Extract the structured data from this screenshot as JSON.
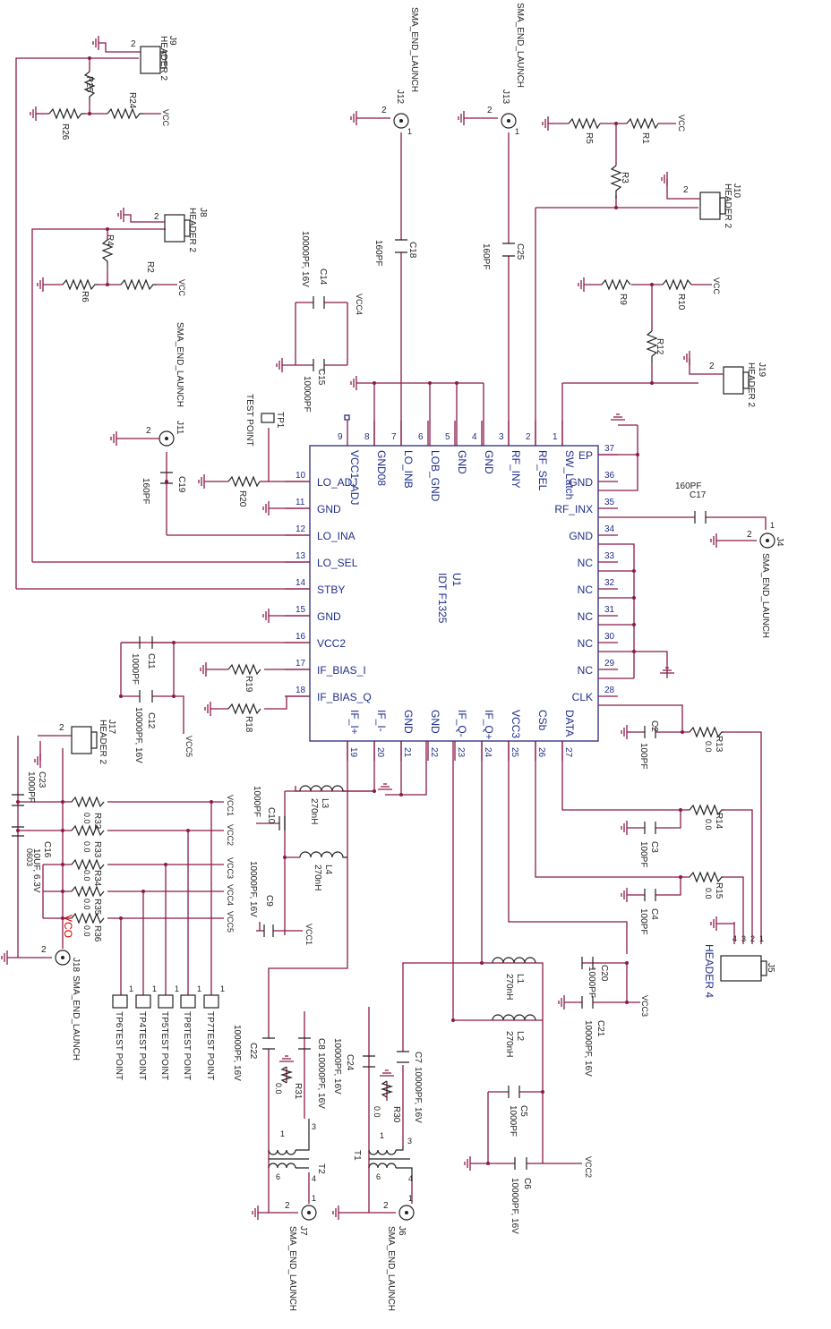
{
  "ic": {
    "ref": "U1",
    "part": "IDT F1325",
    "left_pins": [
      {
        "num": "10",
        "name": "LO_ADJ"
      },
      {
        "num": "11",
        "name": "GND"
      },
      {
        "num": "12",
        "name": "LO_INA"
      },
      {
        "num": "13",
        "name": "LO_SEL"
      },
      {
        "num": "14",
        "name": "STBY"
      },
      {
        "num": "15",
        "name": "GND"
      },
      {
        "num": "16",
        "name": "VCC2"
      },
      {
        "num": "17",
        "name": "IF_BIAS_I"
      },
      {
        "num": "18",
        "name": "IF_BIAS_Q"
      }
    ],
    "right_pins": [
      {
        "num": "37",
        "name": "EP"
      },
      {
        "num": "36",
        "name": "GND"
      },
      {
        "num": "35",
        "name": "RF_INX"
      },
      {
        "num": "34",
        "name": "GND"
      },
      {
        "num": "33",
        "name": "NC"
      },
      {
        "num": "32",
        "name": "NC"
      },
      {
        "num": "31",
        "name": "NC"
      },
      {
        "num": "30",
        "name": "NC"
      },
      {
        "num": "29",
        "name": "NC"
      },
      {
        "num": "28",
        "name": "CLK"
      }
    ],
    "top_pins": [
      {
        "num": "9",
        "name": "VCC1_ADJ"
      },
      {
        "num": "8",
        "name": "GND08"
      },
      {
        "num": "7",
        "name": "LO_INB"
      },
      {
        "num": "6",
        "name": "LOB_GND"
      },
      {
        "num": "5",
        "name": "GND"
      },
      {
        "num": "4",
        "name": "GND"
      },
      {
        "num": "3",
        "name": "RF_INY"
      },
      {
        "num": "2",
        "name": "RF_SEL"
      },
      {
        "num": "1",
        "name": "SW_Latch"
      }
    ],
    "bottom_pins": [
      {
        "num": "19",
        "name": "IF_I+"
      },
      {
        "num": "20",
        "name": "IF_I-"
      },
      {
        "num": "21",
        "name": "GND"
      },
      {
        "num": "22",
        "name": "GND"
      },
      {
        "num": "23",
        "name": "IF_Q-"
      },
      {
        "num": "24",
        "name": "IF_Q+"
      },
      {
        "num": "25",
        "name": "VCC3"
      },
      {
        "num": "26",
        "name": "CSb"
      },
      {
        "num": "27",
        "name": "DATA"
      }
    ]
  },
  "labels": {
    "vcc": "VCC",
    "vcc1": "VCC1",
    "vcc2": "VCC2",
    "vcc3": "VCC3",
    "vcc4": "VCC4",
    "vcc5": "VCC5",
    "vco": "VCO",
    "sma": "SMA_END_LAUNCH",
    "header2": "HEADER 2",
    "header4": "HEADER 4",
    "test_point": "TEST POINT",
    "pf160": "160PF",
    "pf1000": "1000PF",
    "pf100": "100PF",
    "pf10000_16v": "10000PF, 16V",
    "pf10000": "10000PF",
    "uf10": "10UF, 6.3V",
    "size0603": "0603",
    "nh270": "270nH",
    "ohm0": "0.0",
    "pin1": "1",
    "pin2": "2",
    "pin3": "3",
    "pin4": "4",
    "pin6": "6",
    "j9": "J9",
    "j8": "J8",
    "j10": "J10",
    "j19": "J19",
    "j12": "J12",
    "j13": "J13",
    "j11": "J11",
    "j4": "J4",
    "j17": "J17",
    "j18": "J18",
    "j5": "J5",
    "j6": "J6",
    "j7": "J7",
    "r1": "R1",
    "r2": "R2",
    "r3": "R3",
    "r4": "R4",
    "r5": "R5",
    "r6": "R6",
    "r9": "R9",
    "r10": "R10",
    "r12": "R12",
    "r13": "R13",
    "r14": "R14",
    "r15": "R15",
    "r18": "R18",
    "r19": "R19",
    "r20": "R20",
    "r24": "R24",
    "r25": "R25",
    "r26": "R26",
    "r30": "R30",
    "r31": "R31",
    "r32": "R32",
    "r33": "R33",
    "r34": "R34",
    "r35": "R35",
    "r36": "R36",
    "c2": "C2",
    "c3": "C3",
    "c4": "C4",
    "c5": "C5",
    "c6": "C6",
    "c7": "C7",
    "c8": "C8",
    "c9": "C9",
    "c10": "C10",
    "c11": "C11",
    "c12": "C12",
    "c14": "C14",
    "c15": "C15",
    "c16": "C16",
    "c17": "C17",
    "c18": "C18",
    "c19": "C19",
    "c20": "C20",
    "c21": "C21",
    "c22": "C22",
    "c23": "C23",
    "c24": "C24",
    "c25": "C25",
    "l1": "L1",
    "l2": "L2",
    "l3": "L3",
    "l4": "L4",
    "t1": "T1",
    "t2": "T2",
    "tp1": "TP1",
    "tp4": "TP4TEST POINT",
    "tp5": "TP5TEST POINT",
    "tp6": "TP6TEST POINT",
    "tp7": "TP7TEST POINT",
    "tp8": "TP8TEST POINT"
  }
}
